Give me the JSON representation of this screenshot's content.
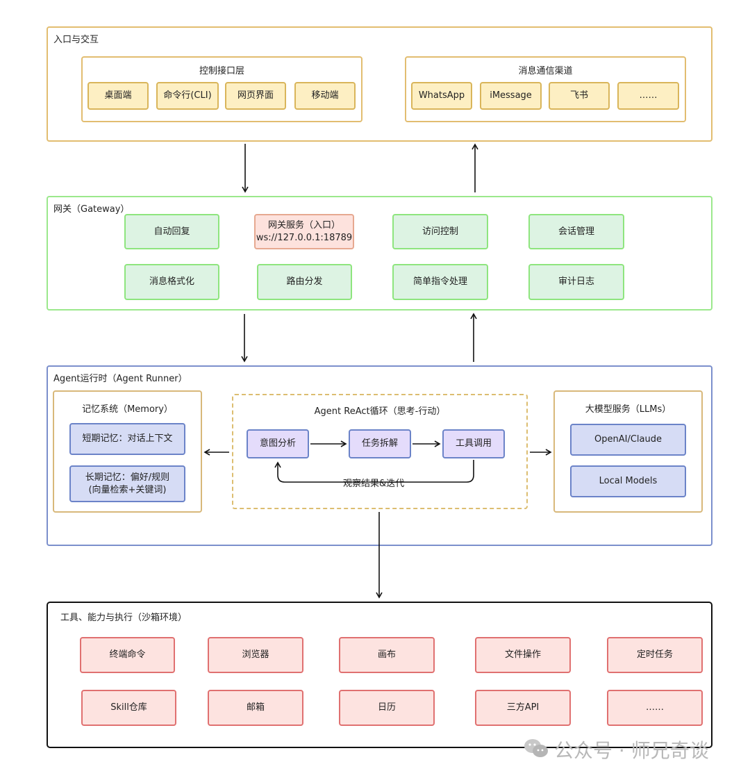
{
  "entry": {
    "title": "入口与交互",
    "control": {
      "title": "控制接口层",
      "items": [
        "桌面端",
        "命令行(CLI)",
        "网页界面",
        "移动端"
      ]
    },
    "channels": {
      "title": "消息通信渠道",
      "items": [
        "WhatsApp",
        "iMessage",
        "飞书",
        "……"
      ]
    }
  },
  "gateway": {
    "title": "网关（Gateway）",
    "service": {
      "line1": "网关服务（入口）",
      "line2": "ws://127.0.0.1:18789"
    },
    "items": [
      "自动回复",
      "访问控制",
      "会话管理",
      "消息格式化",
      "路由分发",
      "简单指令处理",
      "审计日志"
    ]
  },
  "runner": {
    "title": "Agent运行时（Agent Runner）",
    "memory": {
      "title": "记忆系统（Memory）",
      "short": "短期记忆：对话上下文",
      "long_line1": "长期记忆：偏好/规则",
      "long_line2": "(向量检索+关键词)"
    },
    "react": {
      "title": "Agent ReAct循环（思考-行动）",
      "steps": [
        "意图分析",
        "任务拆解",
        "工具调用"
      ],
      "loop_label": "观察结果&迭代"
    },
    "llm": {
      "title": "大模型服务（LLMs）",
      "items": [
        "OpenAI/Claude",
        "Local Models"
      ]
    }
  },
  "tools": {
    "title": "工具、能力与执行（沙箱环境）",
    "row1": [
      "终端命令",
      "浏览器",
      "画布",
      "文件操作",
      "定时任务"
    ],
    "row2": [
      "Skill仓库",
      "邮箱",
      "日历",
      "三方API",
      "……"
    ]
  },
  "watermark": "公众号 · 师兄奇谈",
  "colors": {
    "entry_border": "#e2bd70",
    "gateway_border": "#9be88c",
    "runner_border": "#7b8fcc",
    "tools_border": "#111111"
  }
}
